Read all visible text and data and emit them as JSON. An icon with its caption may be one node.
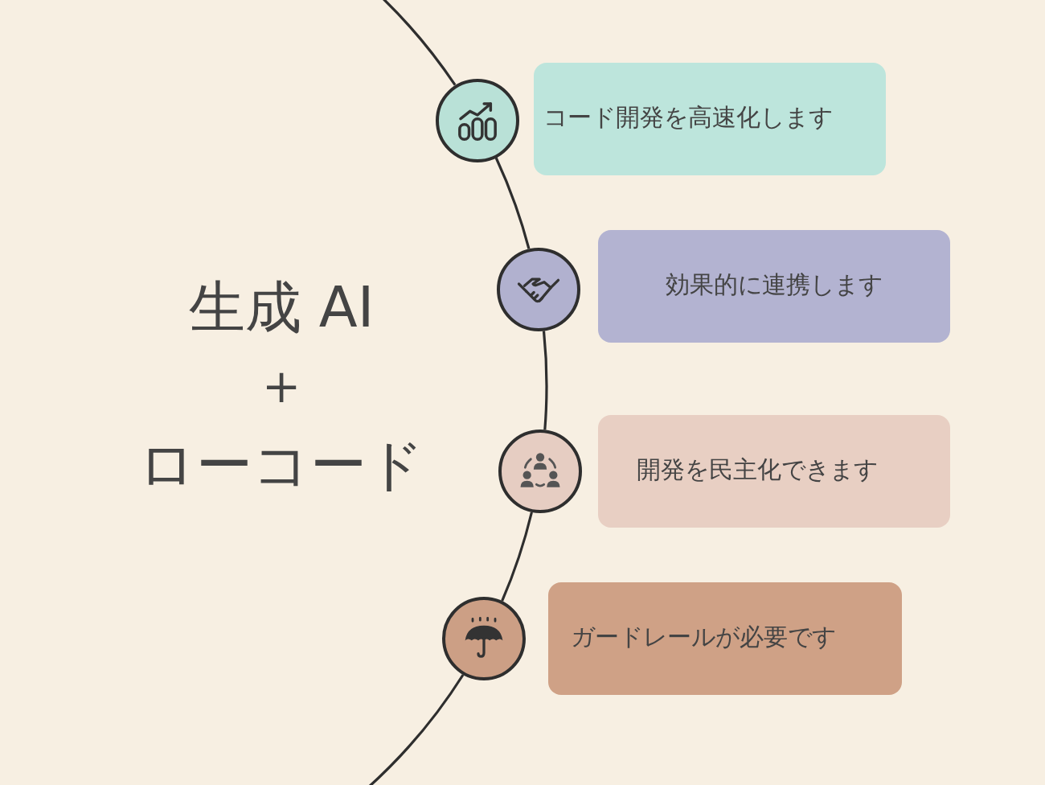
{
  "diagram": {
    "nodes": [
      {
        "text": [],
        "shape": "circle"
      },
      {
        "text": [
          "コード開発を高速化します"
        ]
      },
      {
        "text": [],
        "shape": "circle"
      },
      {
        "text": [
          "効果的に連携します"
        ]
      },
      {
        "text": [],
        "shape": "circle"
      },
      {
        "text": [
          "開発を民主化できます"
        ]
      },
      {
        "text": [],
        "shape": "circle"
      },
      {
        "text": [
          "ガードレールが必要です"
        ]
      }
    ],
    "edges": [
      {
        "from": null,
        "to": 0,
        "arrow": "none"
      },
      {
        "from": 0,
        "to": 2,
        "arrow": "none"
      },
      {
        "from": 2,
        "to": 4,
        "arrow": "none"
      },
      {
        "from": 4,
        "to": 6,
        "arrow": "none"
      },
      {
        "from": 6,
        "to": null,
        "arrow": "none"
      }
    ],
    "labels": [
      "生成 AI",
      "＋",
      "ローコード"
    ]
  }
}
